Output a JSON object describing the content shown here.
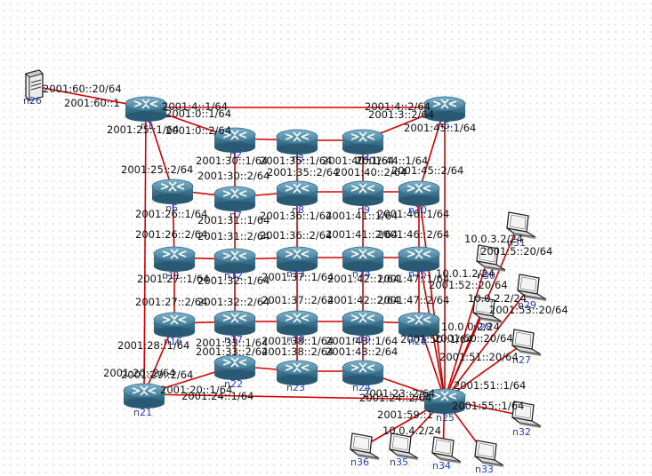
{
  "routers": [
    {
      "id": "n1",
      "name": "n1"
    },
    {
      "id": "n2",
      "name": "n2"
    },
    {
      "id": "n3",
      "name": "n3"
    },
    {
      "id": "n4",
      "name": "n4"
    },
    {
      "id": "n5",
      "name": "n5"
    },
    {
      "id": "n6",
      "name": "n6"
    },
    {
      "id": "n7",
      "name": "n7"
    },
    {
      "id": "n8",
      "name": "n8"
    },
    {
      "id": "n9",
      "name": "n9"
    },
    {
      "id": "n10",
      "name": "n10"
    },
    {
      "id": "n11",
      "name": "n11"
    },
    {
      "id": "n12",
      "name": "n12"
    },
    {
      "id": "n13",
      "name": "n13"
    },
    {
      "id": "n14",
      "name": "n14"
    },
    {
      "id": "n15",
      "name": "n15"
    },
    {
      "id": "n16",
      "name": "n16"
    },
    {
      "id": "n17",
      "name": "n17"
    },
    {
      "id": "n18",
      "name": "n18"
    },
    {
      "id": "n19",
      "name": "n19"
    },
    {
      "id": "n20",
      "name": "n20"
    },
    {
      "id": "n21",
      "name": "n21"
    },
    {
      "id": "n22",
      "name": "n22"
    },
    {
      "id": "n23",
      "name": "n23"
    },
    {
      "id": "n24",
      "name": "n24"
    },
    {
      "id": "n25",
      "name": "n25"
    }
  ],
  "server": {
    "id": "n26",
    "name": "n26"
  },
  "hosts": [
    {
      "id": "n27",
      "name": "n27"
    },
    {
      "id": "n28",
      "name": "n28"
    },
    {
      "id": "n29",
      "name": "n29"
    },
    {
      "id": "n30",
      "name": "n30"
    },
    {
      "id": "n31",
      "name": "n31"
    },
    {
      "id": "n32",
      "name": "n32"
    },
    {
      "id": "n33",
      "name": "n33"
    },
    {
      "id": "n34",
      "name": "n34"
    },
    {
      "id": "n35",
      "name": "n35"
    },
    {
      "id": "n36",
      "name": "n36"
    }
  ],
  "links": [
    [
      "n26",
      "n1"
    ],
    [
      "n1",
      "n5"
    ],
    [
      "n1",
      "n2"
    ],
    [
      "n1",
      "n6"
    ],
    [
      "n1",
      "n21"
    ],
    [
      "n5",
      "n4"
    ],
    [
      "n5",
      "n10"
    ],
    [
      "n5",
      "n25"
    ],
    [
      "n2",
      "n3"
    ],
    [
      "n3",
      "n4"
    ],
    [
      "n2",
      "n7"
    ],
    [
      "n3",
      "n8"
    ],
    [
      "n4",
      "n9"
    ],
    [
      "n6",
      "n7"
    ],
    [
      "n7",
      "n8"
    ],
    [
      "n8",
      "n9"
    ],
    [
      "n9",
      "n10"
    ],
    [
      "n6",
      "n11"
    ],
    [
      "n7",
      "n12"
    ],
    [
      "n8",
      "n13"
    ],
    [
      "n9",
      "n14"
    ],
    [
      "n10",
      "n15"
    ],
    [
      "n11",
      "n12"
    ],
    [
      "n12",
      "n13"
    ],
    [
      "n13",
      "n14"
    ],
    [
      "n14",
      "n15"
    ],
    [
      "n11",
      "n16"
    ],
    [
      "n12",
      "n17"
    ],
    [
      "n13",
      "n18"
    ],
    [
      "n14",
      "n19"
    ],
    [
      "n15",
      "n20"
    ],
    [
      "n16",
      "n17"
    ],
    [
      "n17",
      "n18"
    ],
    [
      "n18",
      "n19"
    ],
    [
      "n19",
      "n20"
    ],
    [
      "n16",
      "n21"
    ],
    [
      "n17",
      "n22"
    ],
    [
      "n18",
      "n23"
    ],
    [
      "n19",
      "n24"
    ],
    [
      "n20",
      "n25"
    ],
    [
      "n21",
      "n22"
    ],
    [
      "n22",
      "n23"
    ],
    [
      "n23",
      "n24"
    ],
    [
      "n24",
      "n25"
    ],
    [
      "n21",
      "n25"
    ],
    [
      "n15",
      "n25"
    ],
    [
      "n10",
      "n25"
    ],
    [
      "n25",
      "n27"
    ],
    [
      "n25",
      "n28"
    ],
    [
      "n25",
      "n29"
    ],
    [
      "n25",
      "n30"
    ],
    [
      "n25",
      "n31"
    ],
    [
      "n25",
      "n32"
    ],
    [
      "n25",
      "n33"
    ],
    [
      "n25",
      "n34"
    ],
    [
      "n25",
      "n35"
    ],
    [
      "n25",
      "n36"
    ]
  ],
  "labels": [
    "2001:60::20/64",
    "2001:60::1",
    "2001:4::1/64",
    "2001:0::1/64",
    "2001:25::1/64",
    "2001:0::2/64",
    "2001:4::2/64",
    "2001:3::2/64",
    "2001:45::1/64",
    "2001:30::1/64",
    "2001:35::1/64",
    "2001:40::1/64",
    "2001:44::1/64",
    "2001:30::2/64",
    "2001:35::2/64",
    "2001:40::2/64",
    "2001:25::2/64",
    "2001:45::2/64",
    "2001:26::1/64",
    "2001:31::1/64",
    "2001:36::1/64",
    "2001:41::1/64",
    "2001:46::1/64",
    "2001:26::2/64",
    "2001:31::2/64",
    "2001:36::2/64",
    "2001:41::2/64",
    "2001:46::2/64",
    "2001:27::1/64",
    "2001:32::1/64",
    "2001:37::1/64",
    "2001:42::1/64",
    "2001:47::1/64",
    "2001:27::2/64",
    "2001:32::2/64",
    "2001:37::2/64",
    "2001:42::2/64",
    "2001:47::2/64",
    "2001:28::1/64",
    "2001:33::1/64",
    "2001:38::1/64",
    "2001:43::1/64",
    "2001:50::1/64",
    "2001:33::2/64",
    "2001:38::2/64",
    "2001:43::2/64",
    "2001:50::20/64",
    "2001:29::2/64",
    "2001:20::1/64",
    "2001:24::1/64",
    "2001:23::2/64",
    "2001:24::2/64",
    "2001:55::1/64",
    "2001:59::1",
    "2001:51::1/64",
    "2001:51::20/64",
    "2001:52::20/64",
    "10.0.3.2/24",
    "10.0.1.2/24",
    "10.0.2.2/24",
    "10.0.0.2/24",
    "10.0.4.2/24",
    "2001:5::20/64",
    "2001:53::20/64",
    "2001:20::2/64"
  ]
}
